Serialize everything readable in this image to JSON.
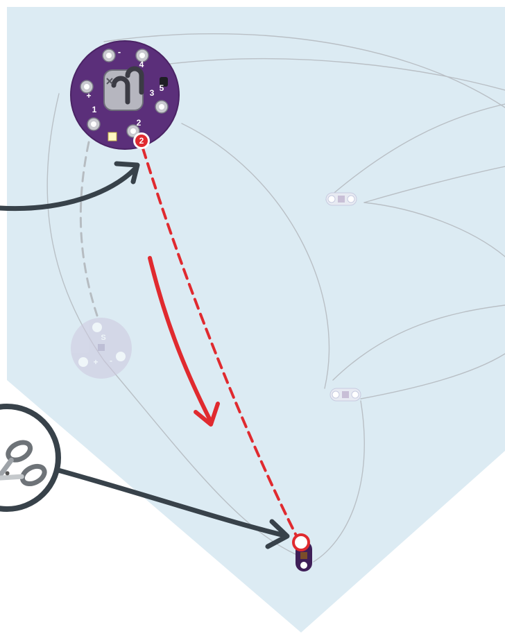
{
  "colors": {
    "fabric": "#dcebf3",
    "stitch": "#b3b8bd",
    "arrow": "#38424a",
    "red": "#e02a2f",
    "board_purple": "#5b2f7a",
    "board_dark": "#3f1f58",
    "pad_silver": "#c9c9cf",
    "white": "#ffffff"
  },
  "step_badge": {
    "label": "2"
  },
  "main_board": {
    "pad_labels": [
      "+",
      "-",
      "4",
      "5",
      "3",
      "2",
      "1"
    ],
    "icon": "battery-holder-icon"
  },
  "faded_sensor": {
    "pad_labels": [
      "S",
      "+",
      "-"
    ]
  },
  "callout": {
    "icon": "scissors-icon"
  }
}
